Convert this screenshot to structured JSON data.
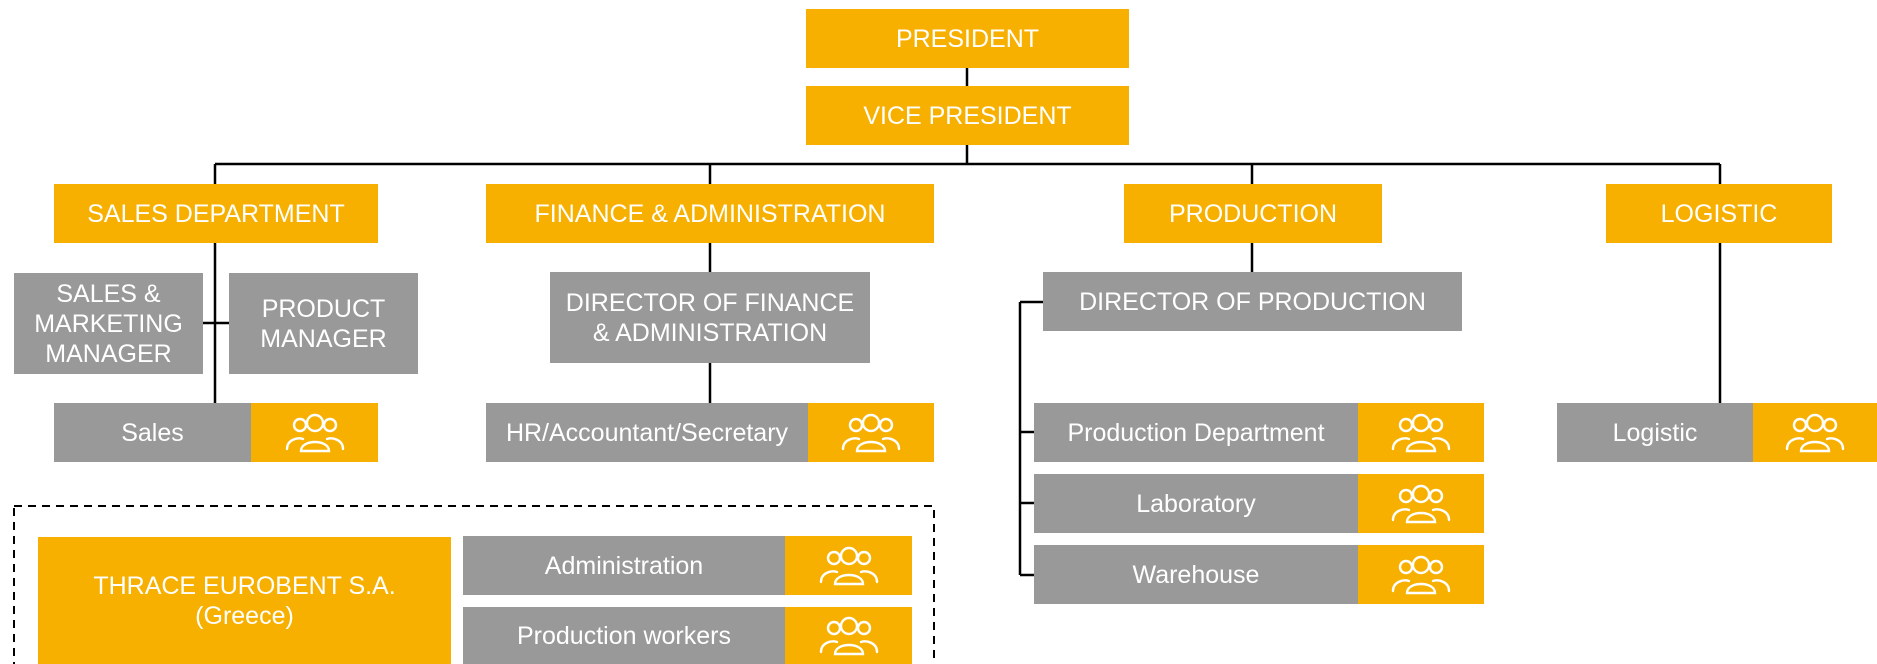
{
  "colors": {
    "accent": "#F7B000",
    "staff": "#999999",
    "lines": "#000000",
    "text": "#ffffff"
  },
  "chart": {
    "president": "PRESIDENT",
    "vice_president": "VICE PRESIDENT",
    "departments": {
      "sales": "SALES DEPARTMENT",
      "finance": "FINANCE & ADMINISTRATION",
      "production": "PRODUCTION",
      "logistic": "LOGISTIC"
    },
    "managers": {
      "sales_marketing": "SALES & MARKETING MANAGER",
      "product": "PRODUCT MANAGER",
      "finance_director": "DIRECTOR OF FINANCE & ADMINISTRATION",
      "production_director": "DIRECTOR OF PRODUCTION"
    },
    "teams": {
      "sales": "Sales",
      "hr": "HR/Accountant/Secretary",
      "production_department": "Production Department",
      "laboratory": "Laboratory",
      "warehouse": "Warehouse",
      "logistic": "Logistic"
    },
    "subsidiary": {
      "name": "THRACE EUROBENT S.A.",
      "country": "(Greece)",
      "teams": [
        "Administration",
        "Production workers"
      ]
    },
    "team_icon": "people-group-icon"
  }
}
